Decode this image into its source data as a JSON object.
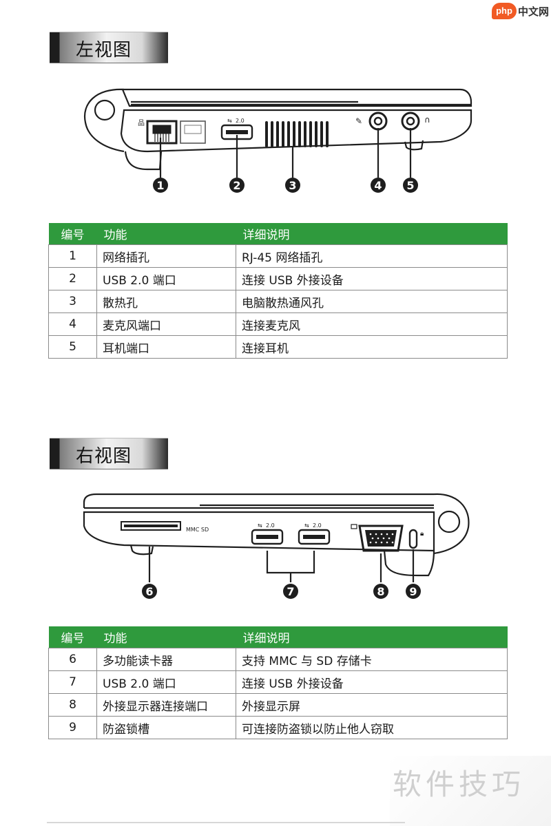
{
  "logo": {
    "php": "php",
    "text": "中文网"
  },
  "left_view": {
    "heading": "左视图",
    "diagram": {
      "usb_label": "2.0",
      "callouts": [
        "1",
        "2",
        "3",
        "4",
        "5"
      ]
    },
    "table": {
      "headers": [
        "编号",
        "功能",
        "详细说明"
      ],
      "rows": [
        [
          "1",
          "网络插孔",
          "RJ-45 网络插孔"
        ],
        [
          "2",
          "USB 2.0 端口",
          "连接 USB 外接设备"
        ],
        [
          "3",
          "散热孔",
          "电脑散热通风孔"
        ],
        [
          "4",
          "麦克风端口",
          "连接麦克风"
        ],
        [
          "5",
          "耳机端口",
          "连接耳机"
        ]
      ]
    }
  },
  "right_view": {
    "heading": "右视图",
    "diagram": {
      "card_label": "MMC SD",
      "usb_label_1": "2.0",
      "usb_label_2": "2.0",
      "callouts": [
        "6",
        "7",
        "8",
        "9"
      ]
    },
    "table": {
      "headers": [
        "编号",
        "功能",
        "详细说明"
      ],
      "rows": [
        [
          "6",
          "多功能读卡器",
          "支持 MMC 与 SD 存储卡"
        ],
        [
          "7",
          "USB 2.0 端口",
          "连接 USB 外接设备"
        ],
        [
          "8",
          "外接显示器连接端口",
          "外接显示屏"
        ],
        [
          "9",
          "防盗锁槽",
          "可连接防盗锁以防止他人窃取"
        ]
      ]
    }
  },
  "watermark": "软件技巧"
}
